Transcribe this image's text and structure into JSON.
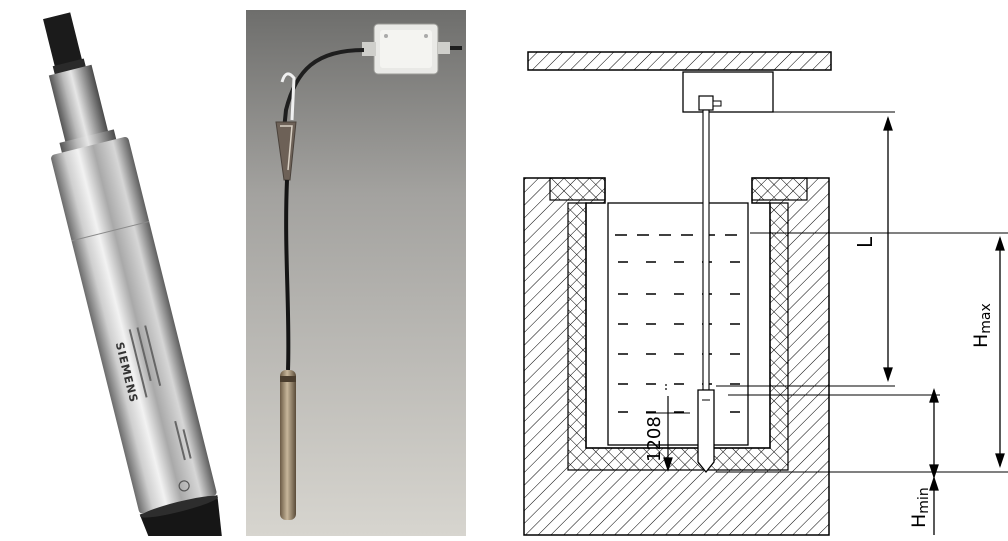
{
  "sensor_photo": {
    "brand": "SIEMENS"
  },
  "diagram": {
    "labels": {
      "L": "L",
      "h_max": "H",
      "h_max_sub": "max",
      "h_min": "H",
      "h_min_sub": "min",
      "dim_208": "208",
      "dim_1": "1"
    }
  }
}
